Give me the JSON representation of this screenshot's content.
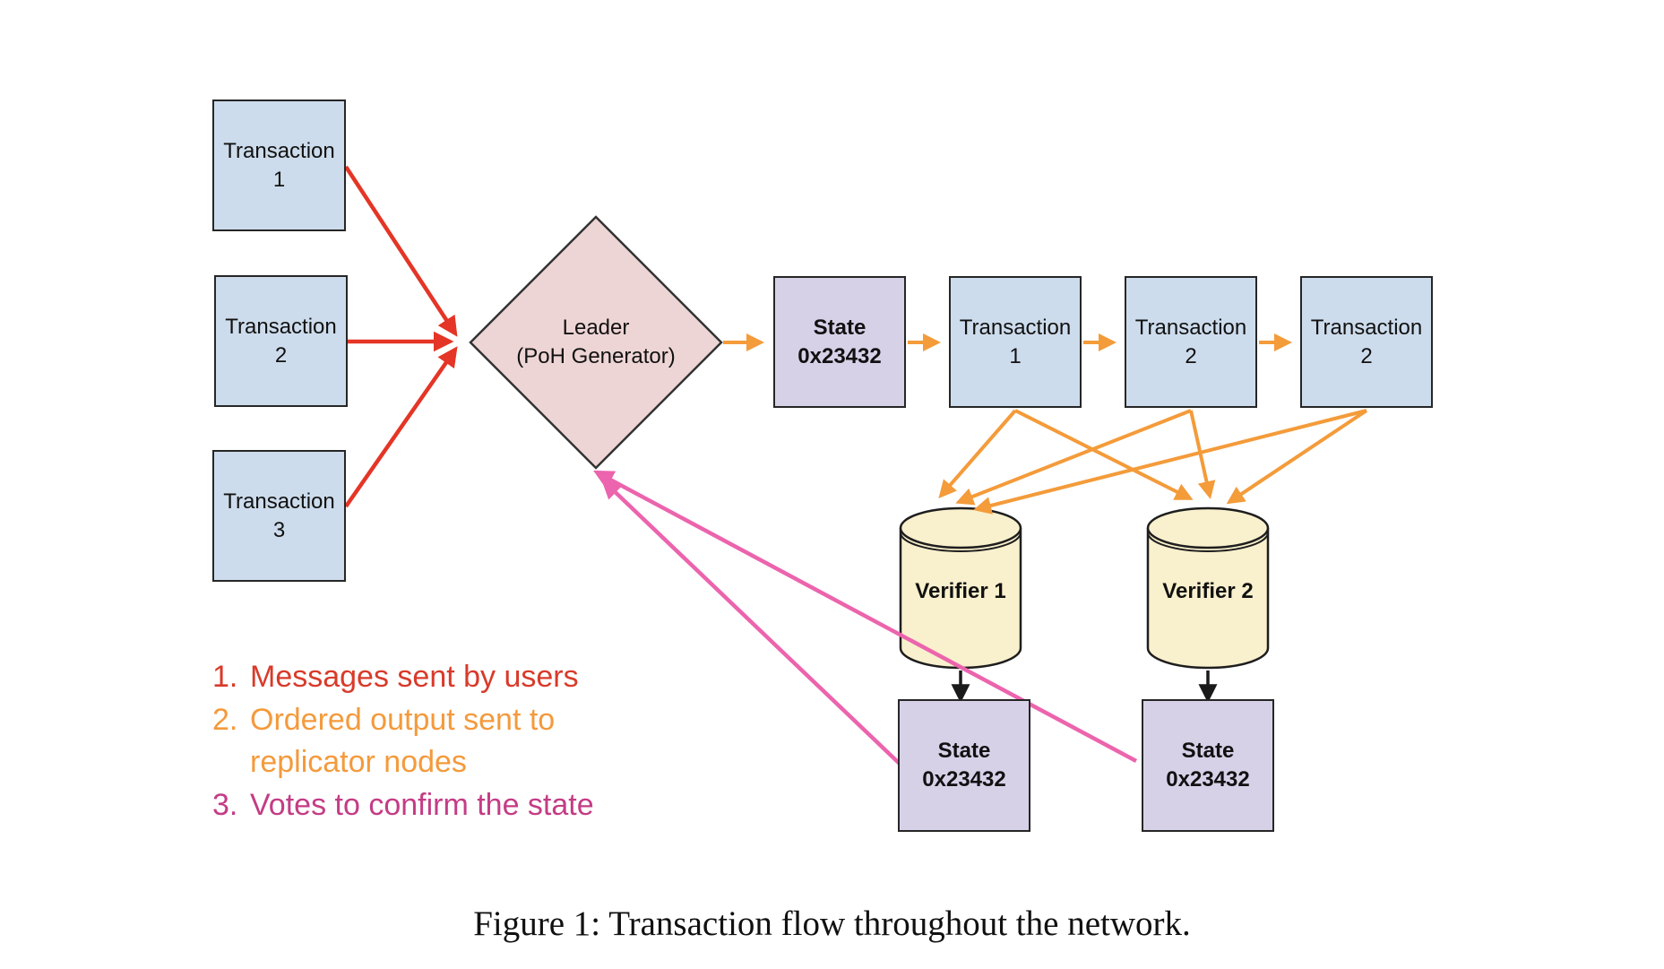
{
  "palette": {
    "arrow_red": "#e43526",
    "arrow_orange": "#f49b3a",
    "arrow_pink": "#ec64ad",
    "arrow_black": "#1a1a1a",
    "legend_red": "#d93a2a",
    "legend_orange": "#f49a3c",
    "legend_magenta": "#c43c85",
    "box_blue": "#cddcec",
    "box_purple": "#d7d1e8",
    "diamond_pink": "#eed5d5",
    "cylinder_cream": "#f9f0cd",
    "outline": "#262626"
  },
  "nodes": {
    "tx1": {
      "label": "Transaction\n1"
    },
    "tx2": {
      "label": "Transaction\n2"
    },
    "tx3": {
      "label": "Transaction\n3"
    },
    "leader": {
      "label": "Leader\n(PoH Generator)"
    },
    "state_top": {
      "label": "State\n0x23432"
    },
    "row_tx1": {
      "label": "Transaction\n1"
    },
    "row_tx2": {
      "label": "Transaction\n2"
    },
    "row_tx2b": {
      "label": "Transaction\n2"
    },
    "verifier1": {
      "label": "Verifier 1"
    },
    "verifier2": {
      "label": "Verifier 2"
    },
    "state_v1": {
      "label": "State\n0x23432"
    },
    "state_v2": {
      "label": "State\n0x23432"
    }
  },
  "legend": {
    "items": [
      {
        "number": "1.",
        "text": "Messages sent by users",
        "color": "#d93a2a"
      },
      {
        "number": "2.",
        "text": "Ordered output sent to\nreplicator nodes",
        "color": "#f49a3c"
      },
      {
        "number": "3.",
        "text": "Votes to confirm the state",
        "color": "#c43c85"
      }
    ]
  },
  "caption": "Figure 1: Transaction flow throughout the network."
}
